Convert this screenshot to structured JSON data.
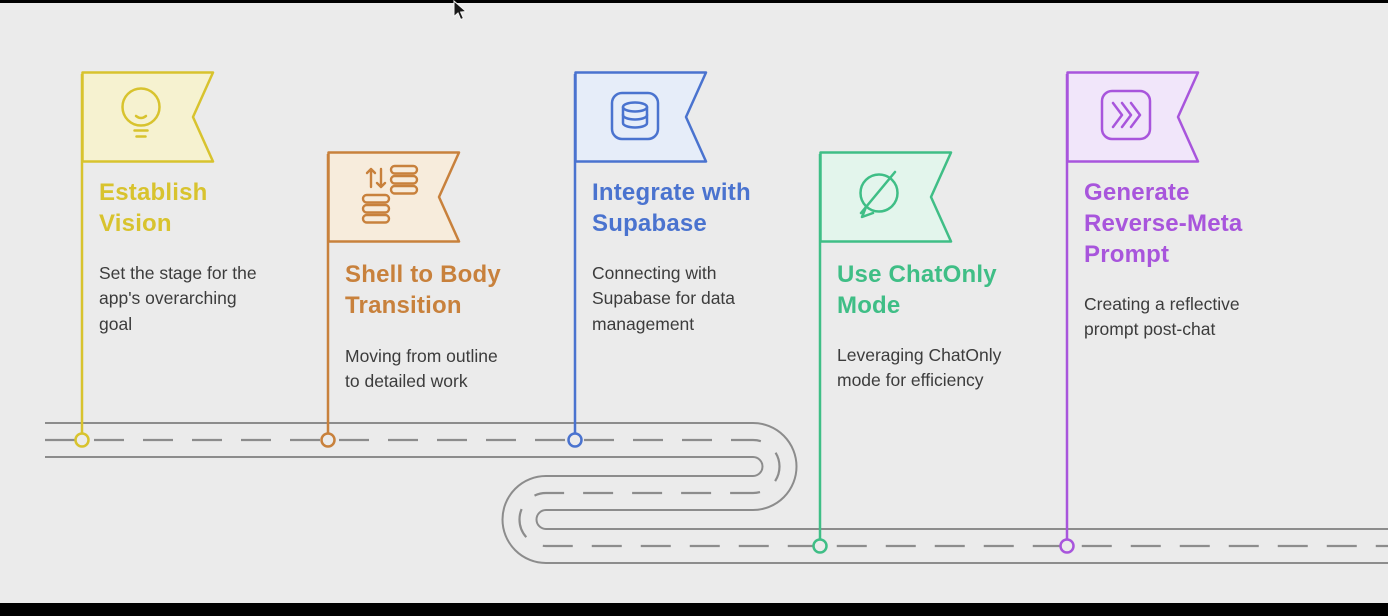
{
  "page": {
    "background": "#ebebeb",
    "road_color": "#8c8c8c",
    "cursor_icon": "mouse-arrow-cursor"
  },
  "milestones": [
    {
      "id": "establish-vision",
      "title": "Establish\nVision",
      "description": "Set the stage for the\napp's overarching\ngoal",
      "color": "#d8c32e",
      "fill": "#f6f2d0",
      "icon": "lightbulb-icon"
    },
    {
      "id": "shell-to-body-transition",
      "title": "Shell to Body\nTransition",
      "description": "Moving from outline\nto detailed work",
      "color": "#c8813c",
      "fill": "#f7ecdc",
      "icon": "sync-database-icon"
    },
    {
      "id": "integrate-with-supabase",
      "title": "Integrate with\nSupabase",
      "description": "Connecting with\nSupabase for data\nmanagement",
      "color": "#4a73cf",
      "fill": "#e6edf9",
      "icon": "database-icon"
    },
    {
      "id": "use-chatonly-mode",
      "title": "Use ChatOnly\nMode",
      "description": "Leveraging ChatOnly\nmode for efficiency",
      "color": "#3fbe86",
      "fill": "#e3f5ec",
      "icon": "chat-off-icon"
    },
    {
      "id": "generate-reverse-meta-prompt",
      "title": "Generate\nReverse-Meta\nPrompt",
      "description": "Creating a reflective\nprompt post-chat",
      "color": "#a855dc",
      "fill": "#f1e6fa",
      "icon": "triple-chevron-icon"
    }
  ]
}
